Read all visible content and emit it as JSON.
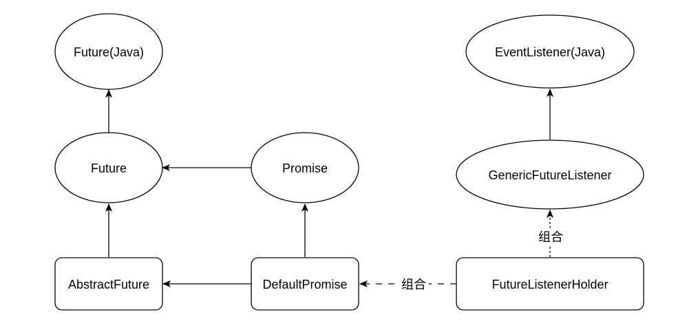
{
  "nodes": {
    "future_java": {
      "label": "Future(Java)"
    },
    "future": {
      "label": "Future"
    },
    "promise": {
      "label": "Promise"
    },
    "abstract_future": {
      "label": "AbstractFuture"
    },
    "default_promise": {
      "label": "DefaultPromise"
    },
    "event_listener_java": {
      "label": "EventListener(Java)"
    },
    "generic_future_listener": {
      "label": "GenericFutureListener"
    },
    "future_listener_holder": {
      "label": "FutureListenerHolder"
    }
  },
  "edges": [
    {
      "from": "future",
      "to": "future_java",
      "style": "solid",
      "label": ""
    },
    {
      "from": "promise",
      "to": "future",
      "style": "solid",
      "label": ""
    },
    {
      "from": "abstract_future",
      "to": "future",
      "style": "solid",
      "label": ""
    },
    {
      "from": "default_promise",
      "to": "abstract_future",
      "style": "solid",
      "label": ""
    },
    {
      "from": "default_promise",
      "to": "promise",
      "style": "solid",
      "label": ""
    },
    {
      "from": "generic_future_listener",
      "to": "event_listener_java",
      "style": "solid",
      "label": ""
    },
    {
      "from": "future_listener_holder",
      "to": "generic_future_listener",
      "style": "dotted",
      "label": "组合"
    },
    {
      "from": "future_listener_holder",
      "to": "default_promise",
      "style": "dashed",
      "label": "组合"
    }
  ]
}
